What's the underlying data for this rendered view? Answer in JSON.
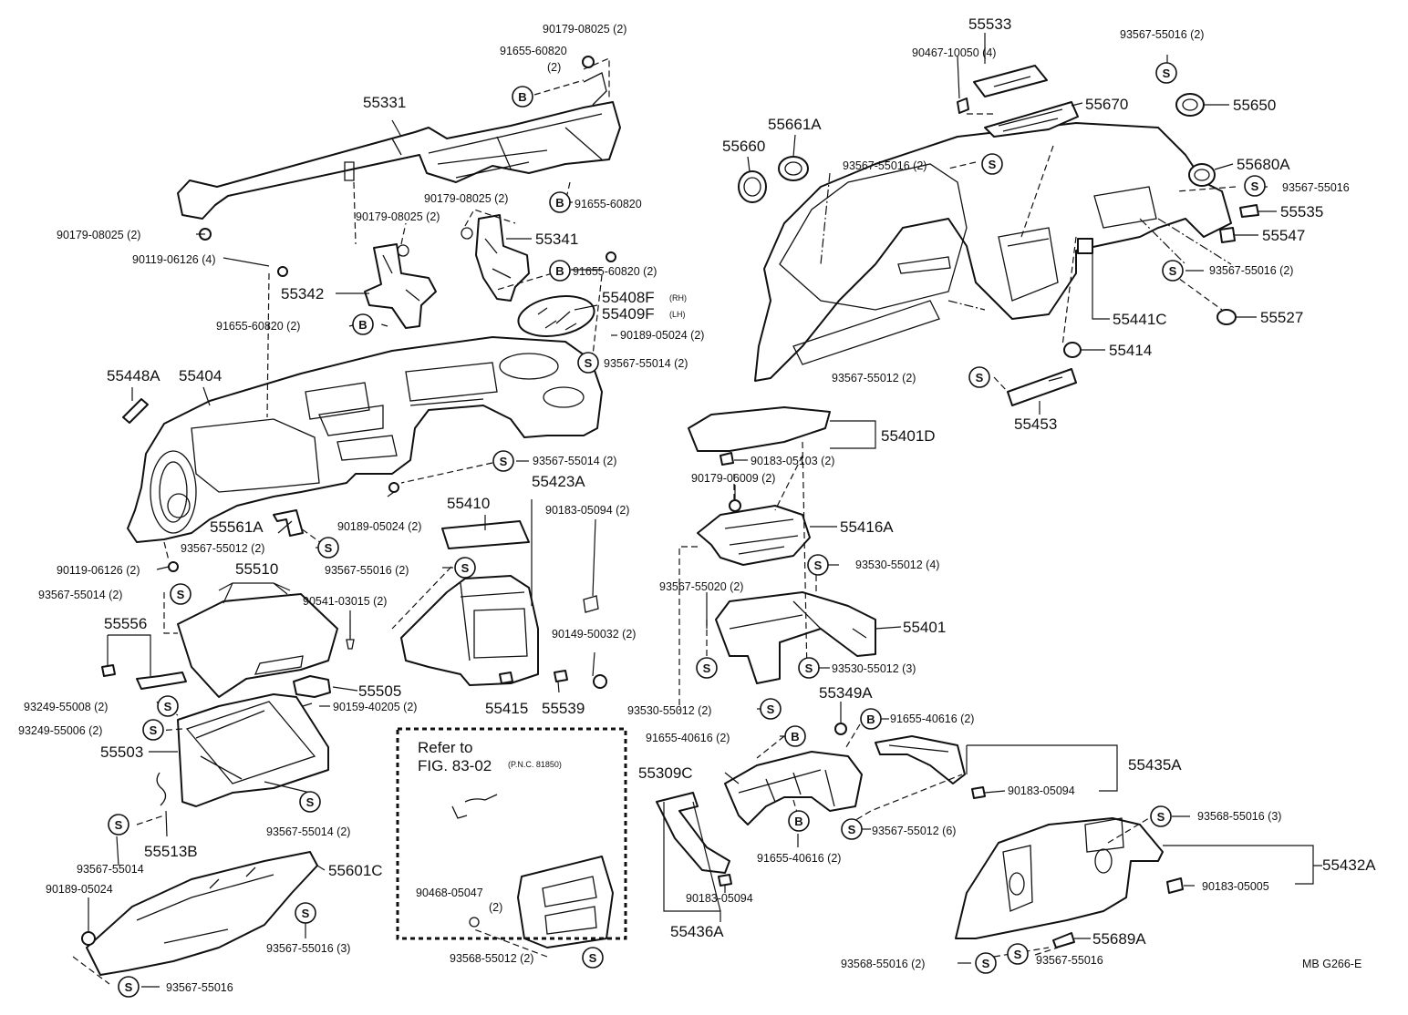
{
  "labels": [
    {
      "id": "p55331",
      "text": "55331"
    },
    {
      "id": "f90179a",
      "text": "90179-08025 (2)"
    },
    {
      "id": "f91655a",
      "text": "91655-60820"
    },
    {
      "id": "f91655a_q",
      "text": "(2)"
    },
    {
      "id": "f91655b",
      "text": "91655-60820"
    },
    {
      "id": "f90179b",
      "text": "90179-08025 (2)"
    },
    {
      "id": "f90179c",
      "text": "90179-08025 (2)"
    },
    {
      "id": "f90179d",
      "text": "90179-08025 (2)"
    },
    {
      "id": "p55341",
      "text": "55341"
    },
    {
      "id": "f91655c",
      "text": "91655-60820 (2)"
    },
    {
      "id": "p55342",
      "text": "55342"
    },
    {
      "id": "p55408F",
      "text": "55408F"
    },
    {
      "id": "p55408F_s",
      "text": "(RH)"
    },
    {
      "id": "p55409F",
      "text": "55409F"
    },
    {
      "id": "p55409F_s",
      "text": "(LH)"
    },
    {
      "id": "f91655d",
      "text": "91655-60820 (2)"
    },
    {
      "id": "f90189a",
      "text": "90189-05024 (2)"
    },
    {
      "id": "f90119a",
      "text": "90119-06126 (4)"
    },
    {
      "id": "f93567a",
      "text": "93567-55014 (2)"
    },
    {
      "id": "p55448A",
      "text": "55448A"
    },
    {
      "id": "p55404",
      "text": "55404"
    },
    {
      "id": "f93567b",
      "text": "93567-55014 (2)"
    },
    {
      "id": "f90189b",
      "text": "90189-05024 (2)"
    },
    {
      "id": "p55561A",
      "text": "55561A"
    },
    {
      "id": "f93567c",
      "text": "93567-55012 (2)"
    },
    {
      "id": "f90119b",
      "text": "90119-06126 (2)"
    },
    {
      "id": "p55510",
      "text": "55510"
    },
    {
      "id": "f93567d",
      "text": "93567-55016 (2)"
    },
    {
      "id": "f93567e",
      "text": "93567-55014 (2)"
    },
    {
      "id": "f90541",
      "text": "90541-03015 (2)"
    },
    {
      "id": "p55556",
      "text": "55556"
    },
    {
      "id": "p55505",
      "text": "55505"
    },
    {
      "id": "f93249a",
      "text": "93249-55008 (2)"
    },
    {
      "id": "f90159",
      "text": "90159-40205 (2)"
    },
    {
      "id": "f93249b",
      "text": "93249-55006 (2)"
    },
    {
      "id": "p55503",
      "text": "55503"
    },
    {
      "id": "f93567f",
      "text": "93567-55014 (2)"
    },
    {
      "id": "p55513B",
      "text": "55513B"
    },
    {
      "id": "f93567g",
      "text": "93567-55014"
    },
    {
      "id": "f90189c",
      "text": "90189-05024"
    },
    {
      "id": "p55601C",
      "text": "55601C"
    },
    {
      "id": "f93567h",
      "text": "93567-55016 (3)"
    },
    {
      "id": "f93567i",
      "text": "93567-55016"
    },
    {
      "id": "p55423A",
      "text": "55423A"
    },
    {
      "id": "p55410",
      "text": "55410"
    },
    {
      "id": "f90183a",
      "text": "90183-05094 (2)"
    },
    {
      "id": "f90149",
      "text": "90149-50032 (2)"
    },
    {
      "id": "p55415",
      "text": "55415"
    },
    {
      "id": "p55539",
      "text": "55539"
    },
    {
      "id": "ref1",
      "text": "Refer to"
    },
    {
      "id": "ref2",
      "text": "FIG. 83-02"
    },
    {
      "id": "ref3",
      "text": "(P.N.C. 81850)"
    },
    {
      "id": "f90468",
      "text": "90468-05047"
    },
    {
      "id": "f90468_q",
      "text": "(2)"
    },
    {
      "id": "f93568a",
      "text": "93568-55012 (2)"
    },
    {
      "id": "p55533",
      "text": "55533"
    },
    {
      "id": "f90467",
      "text": "90467-10050 (4)"
    },
    {
      "id": "p55670",
      "text": "55670"
    },
    {
      "id": "f93567j",
      "text": "93567-55016 (2)"
    },
    {
      "id": "p55650",
      "text": "55650"
    },
    {
      "id": "p55661A",
      "text": "55661A"
    },
    {
      "id": "p55660",
      "text": "55660"
    },
    {
      "id": "f93567k",
      "text": "93567-55016 (2)"
    },
    {
      "id": "p55680A",
      "text": "55680A"
    },
    {
      "id": "f93567l",
      "text": "93567-55016"
    },
    {
      "id": "p55535",
      "text": "55535"
    },
    {
      "id": "p55547",
      "text": "55547"
    },
    {
      "id": "f93567m",
      "text": "93567-55016 (2)"
    },
    {
      "id": "p55441C",
      "text": "55441C"
    },
    {
      "id": "p55527",
      "text": "55527"
    },
    {
      "id": "p55414",
      "text": "55414"
    },
    {
      "id": "f93567n",
      "text": "93567-55012 (2)"
    },
    {
      "id": "p55453",
      "text": "55453"
    },
    {
      "id": "p55401D",
      "text": "55401D"
    },
    {
      "id": "f90183b",
      "text": "90183-05103 (2)"
    },
    {
      "id": "f90179e",
      "text": "90179-06009 (2)"
    },
    {
      "id": "p55416A",
      "text": "55416A"
    },
    {
      "id": "f93530a",
      "text": "93530-55012 (4)"
    },
    {
      "id": "f93567o",
      "text": "93567-55020 (2)"
    },
    {
      "id": "p55401",
      "text": "55401"
    },
    {
      "id": "f93530b",
      "text": "93530-55012 (3)"
    },
    {
      "id": "f93530c",
      "text": "93530-55012 (2)"
    },
    {
      "id": "p55349A",
      "text": "55349A"
    },
    {
      "id": "f91655e",
      "text": "91655-40616 (2)"
    },
    {
      "id": "f91655f",
      "text": "91655-40616 (2)"
    },
    {
      "id": "p55309C",
      "text": "55309C"
    },
    {
      "id": "p55435A",
      "text": "55435A"
    },
    {
      "id": "f90183c",
      "text": "90183-05094"
    },
    {
      "id": "f93567p",
      "text": "93567-55012 (6)"
    },
    {
      "id": "f91655g",
      "text": "91655-40616 (2)"
    },
    {
      "id": "f90183d",
      "text": "90183-05094"
    },
    {
      "id": "p55436A",
      "text": "55436A"
    },
    {
      "id": "f93568b",
      "text": "93568-55016 (3)"
    },
    {
      "id": "p55432A",
      "text": "55432A"
    },
    {
      "id": "f90183e",
      "text": "90183-05005"
    },
    {
      "id": "p55689A",
      "text": "55689A"
    },
    {
      "id": "f93568c",
      "text": "93568-55016 (2)"
    },
    {
      "id": "f93567q",
      "text": "93567-55016"
    },
    {
      "id": "fig_code",
      "text": "MB  G266-E"
    }
  ],
  "symbols": {
    "s": "S",
    "b": "B"
  },
  "accent_color": "#111111"
}
